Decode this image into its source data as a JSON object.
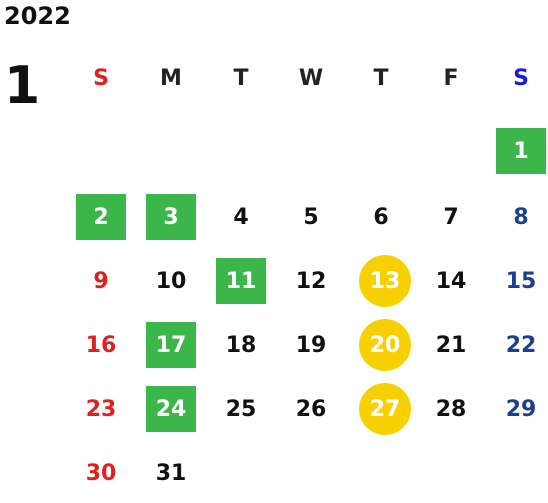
{
  "calendar": {
    "year": "2022",
    "month": "1",
    "weekdays": [
      {
        "label": "S",
        "color": "#e02020"
      },
      {
        "label": "M",
        "color": "#222222"
      },
      {
        "label": "T",
        "color": "#222222"
      },
      {
        "label": "W",
        "color": "#222222"
      },
      {
        "label": "T",
        "color": "#222222"
      },
      {
        "label": "F",
        "color": "#222222"
      },
      {
        "label": "S",
        "color": "#1a1adb"
      }
    ],
    "highlight_colors": {
      "green": "#3cb54a",
      "yellow": "#f6d000"
    },
    "days": [
      {
        "day": "1",
        "week": 0,
        "weekday": 6,
        "highlight": "green"
      },
      {
        "day": "2",
        "week": 1,
        "weekday": 0,
        "highlight": "green"
      },
      {
        "day": "3",
        "week": 1,
        "weekday": 1,
        "highlight": "green"
      },
      {
        "day": "4",
        "week": 1,
        "weekday": 2,
        "highlight": ""
      },
      {
        "day": "5",
        "week": 1,
        "weekday": 3,
        "highlight": ""
      },
      {
        "day": "6",
        "week": 1,
        "weekday": 4,
        "highlight": ""
      },
      {
        "day": "7",
        "week": 1,
        "weekday": 5,
        "highlight": ""
      },
      {
        "day": "8",
        "week": 1,
        "weekday": 6,
        "highlight": ""
      },
      {
        "day": "9",
        "week": 2,
        "weekday": 0,
        "highlight": ""
      },
      {
        "day": "10",
        "week": 2,
        "weekday": 1,
        "highlight": ""
      },
      {
        "day": "11",
        "week": 2,
        "weekday": 2,
        "highlight": "green"
      },
      {
        "day": "12",
        "week": 2,
        "weekday": 3,
        "highlight": ""
      },
      {
        "day": "13",
        "week": 2,
        "weekday": 4,
        "highlight": "yellow"
      },
      {
        "day": "14",
        "week": 2,
        "weekday": 5,
        "highlight": ""
      },
      {
        "day": "15",
        "week": 2,
        "weekday": 6,
        "highlight": ""
      },
      {
        "day": "16",
        "week": 3,
        "weekday": 0,
        "highlight": ""
      },
      {
        "day": "17",
        "week": 3,
        "weekday": 1,
        "highlight": "green"
      },
      {
        "day": "18",
        "week": 3,
        "weekday": 2,
        "highlight": ""
      },
      {
        "day": "19",
        "week": 3,
        "weekday": 3,
        "highlight": ""
      },
      {
        "day": "20",
        "week": 3,
        "weekday": 4,
        "highlight": "yellow"
      },
      {
        "day": "21",
        "week": 3,
        "weekday": 5,
        "highlight": ""
      },
      {
        "day": "22",
        "week": 3,
        "weekday": 6,
        "highlight": ""
      },
      {
        "day": "23",
        "week": 4,
        "weekday": 0,
        "highlight": ""
      },
      {
        "day": "24",
        "week": 4,
        "weekday": 1,
        "highlight": "green"
      },
      {
        "day": "25",
        "week": 4,
        "weekday": 2,
        "highlight": ""
      },
      {
        "day": "26",
        "week": 4,
        "weekday": 3,
        "highlight": ""
      },
      {
        "day": "27",
        "week": 4,
        "weekday": 4,
        "highlight": "yellow"
      },
      {
        "day": "28",
        "week": 4,
        "weekday": 5,
        "highlight": ""
      },
      {
        "day": "29",
        "week": 4,
        "weekday": 6,
        "highlight": ""
      },
      {
        "day": "30",
        "week": 5,
        "weekday": 0,
        "highlight": ""
      },
      {
        "day": "31",
        "week": 5,
        "weekday": 1,
        "highlight": ""
      }
    ]
  }
}
